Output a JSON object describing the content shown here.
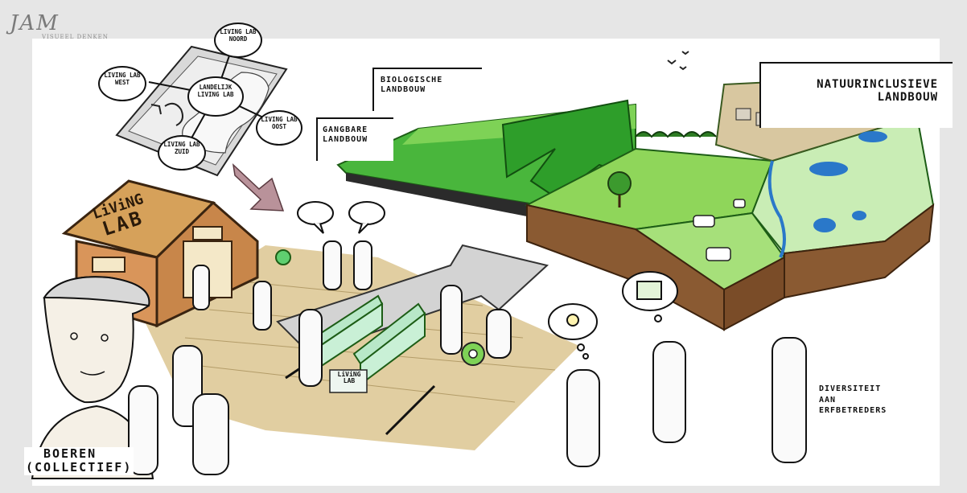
{
  "logo": {
    "text": "JAM",
    "subtitle": "VISUEEL DENKEN"
  },
  "map": {
    "nodes": [
      {
        "id": "noord",
        "label": "LIVING LAB NOORD"
      },
      {
        "id": "west",
        "label": "LIVING LAB WEST"
      },
      {
        "id": "landelijk",
        "label": "LANDELIJK LIVING LAB"
      },
      {
        "id": "oost",
        "label": "LIVING LAB OOST"
      },
      {
        "id": "zuid",
        "label": "LIVING LAB ZUID"
      }
    ]
  },
  "barn": {
    "sign_line1": "LiViNG",
    "sign_line2": "LAB"
  },
  "trough_sign": [
    "LiViNG",
    "LAB"
  ],
  "labels": {
    "biologische": "BIOLOGISCHE LANDBOUW",
    "gangbare": "GANGBARE LANDBOUW",
    "natuur": "NATUURINCLUSIEVE LANDBOUW",
    "diversiteit": "DIVERSITEIT AAN ERFBETREDERS",
    "boeren_1": "BOEREN",
    "boeren_2": "(COLLECTIEF)"
  },
  "colors": {
    "background": "#e6e6e6",
    "paper": "#ffffff",
    "field_green": "#49b63c",
    "field_light": "#8fd65a",
    "soil": "#8a5a32",
    "floor": "#dcc590",
    "arrow_grey": "#cfcfcf",
    "map_arrow": "#b9929a",
    "water": "#2a78c9"
  }
}
